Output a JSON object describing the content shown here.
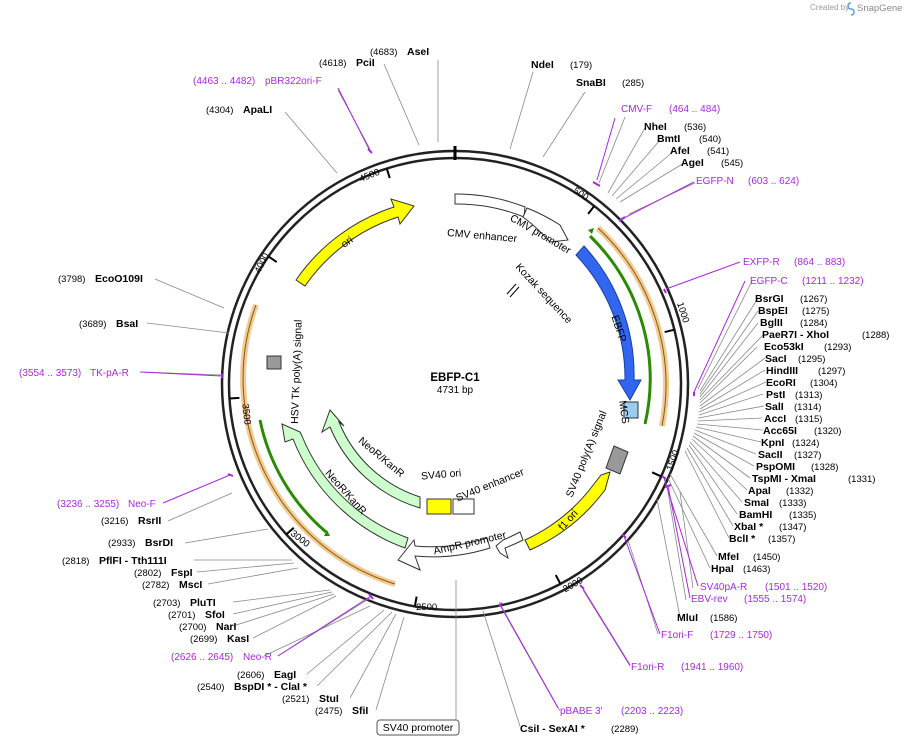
{
  "map": {
    "name": "EBFP-C1",
    "length_label": "4731 bp",
    "length": 4731,
    "credit": "Created by",
    "brand": "SnapGene"
  },
  "colors": {
    "primer": "#a52ad8",
    "feature_blue": "#3366ee",
    "feature_yellow": "#ffff00",
    "feature_green": "#ccffcc",
    "feature_lightblue": "#99ccee",
    "feature_gray": "#999999",
    "feature_orange": "#e6a040"
  },
  "ticks": [
    "500",
    "1000",
    "1500",
    "2000",
    "2500",
    "3000",
    "3500",
    "4000",
    "4500"
  ],
  "features": [
    {
      "name": "CMV enhancer",
      "color": "#ffffff"
    },
    {
      "name": "CMV promoter",
      "color": "#ffffff"
    },
    {
      "name": "Kozak sequence",
      "color": "#000000"
    },
    {
      "name": "EBFP",
      "color": "#3366ee"
    },
    {
      "name": "MCS",
      "color": "#99ccee"
    },
    {
      "name": "SV40 poly(A) signal",
      "color": "#999999"
    },
    {
      "name": "f1 ori",
      "color": "#ffff00"
    },
    {
      "name": "AmpR promoter",
      "color": "#ffffff"
    },
    {
      "name": "SV40 ori",
      "color": "#ffff00"
    },
    {
      "name": "SV40 enhancer",
      "color": "#ffffff"
    },
    {
      "name": "NeoR/KanR",
      "color": "#ccffcc"
    },
    {
      "name": "NeoR/KanR",
      "color": "#ccffcc"
    },
    {
      "name": "HSV TK poly(A) signal",
      "color": "#999999"
    },
    {
      "name": "ori",
      "color": "#ffff00"
    }
  ],
  "enzymes_right": [
    {
      "name": "NdeI",
      "pos": "(179)"
    },
    {
      "name": "SnaBI",
      "pos": "(285)"
    },
    {
      "name": "NheI",
      "pos": "(536)"
    },
    {
      "name": "BmtI",
      "pos": "(540)"
    },
    {
      "name": "AfeI",
      "pos": "(541)"
    },
    {
      "name": "AgeI",
      "pos": "(545)"
    },
    {
      "name": "BsrGI",
      "pos": "(1267)"
    },
    {
      "name": "BspEI",
      "pos": "(1275)"
    },
    {
      "name": "BglII",
      "pos": "(1284)"
    },
    {
      "name": "PaeR7I - XhoI",
      "pos": "(1288)"
    },
    {
      "name": "Eco53kI",
      "pos": "(1293)"
    },
    {
      "name": "SacI",
      "pos": "(1295)"
    },
    {
      "name": "HindIII",
      "pos": "(1297)"
    },
    {
      "name": "EcoRI",
      "pos": "(1304)"
    },
    {
      "name": "PstI",
      "pos": "(1313)"
    },
    {
      "name": "SalI",
      "pos": "(1314)"
    },
    {
      "name": "AccI",
      "pos": "(1315)"
    },
    {
      "name": "Acc65I",
      "pos": "(1320)"
    },
    {
      "name": "KpnI",
      "pos": "(1324)"
    },
    {
      "name": "SacII",
      "pos": "(1327)"
    },
    {
      "name": "PspOMI",
      "pos": "(1328)"
    },
    {
      "name": "TspMI - XmaI",
      "pos": "(1331)"
    },
    {
      "name": "ApaI",
      "pos": "(1332)"
    },
    {
      "name": "SmaI",
      "pos": "(1333)"
    },
    {
      "name": "BamHI",
      "pos": "(1335)"
    },
    {
      "name": "XbaI *",
      "pos": "(1347)"
    },
    {
      "name": "BclI *",
      "pos": "(1357)"
    },
    {
      "name": "MfeI",
      "pos": "(1450)"
    },
    {
      "name": "HpaI",
      "pos": "(1463)"
    },
    {
      "name": "MluI",
      "pos": "(1586)"
    },
    {
      "name": "CsiI - SexAI *",
      "pos": "(2289)"
    }
  ],
  "enzymes_left": [
    {
      "name": "AseI",
      "pos": "(4683)"
    },
    {
      "name": "PciI",
      "pos": "(4618)"
    },
    {
      "name": "ApaLI",
      "pos": "(4304)"
    },
    {
      "name": "EcoO109I",
      "pos": "(3798)"
    },
    {
      "name": "BsaI",
      "pos": "(3689)"
    },
    {
      "name": "RsrII",
      "pos": "(3216)"
    },
    {
      "name": "BsrDI",
      "pos": "(2933)"
    },
    {
      "name": "PflFI - Tth111I",
      "pos": "(2818)"
    },
    {
      "name": "FspI",
      "pos": "(2802)"
    },
    {
      "name": "MscI",
      "pos": "(2782)"
    },
    {
      "name": "PluTI",
      "pos": "(2703)"
    },
    {
      "name": "SfoI",
      "pos": "(2701)"
    },
    {
      "name": "NarI",
      "pos": "(2700)"
    },
    {
      "name": "KasI",
      "pos": "(2699)"
    },
    {
      "name": "EagI",
      "pos": "(2606)"
    },
    {
      "name": "BspDI * - ClaI *",
      "pos": "(2540)"
    },
    {
      "name": "StuI",
      "pos": "(2521)"
    },
    {
      "name": "SfiI",
      "pos": "(2475)"
    }
  ],
  "primers": [
    {
      "name": "CMV-F",
      "range": "(464 .. 484)"
    },
    {
      "name": "EGFP-N",
      "range": "(603 .. 624)"
    },
    {
      "name": "EXFP-R",
      "range": "(864 .. 883)"
    },
    {
      "name": "EGFP-C",
      "range": "(1211 .. 1232)"
    },
    {
      "name": "SV40pA-R",
      "range": "(1501 .. 1520)"
    },
    {
      "name": "EBV-rev",
      "range": "(1555 .. 1574)"
    },
    {
      "name": "F1ori-F",
      "range": "(1729 .. 1750)"
    },
    {
      "name": "F1ori-R",
      "range": "(1941 .. 1960)"
    },
    {
      "name": "pBABE 3'",
      "range": "(2203 .. 2223)"
    },
    {
      "name": "Neo-R",
      "range": "(2626 .. 2645)"
    },
    {
      "name": "Neo-F",
      "range": "(3236 .. 3255)"
    },
    {
      "name": "TK-pA-R",
      "range": "(3554 .. 3573)"
    },
    {
      "name": "pBR322ori-F",
      "range": "(4463 .. 4482)"
    }
  ],
  "boxed_label": "SV40 promoter"
}
